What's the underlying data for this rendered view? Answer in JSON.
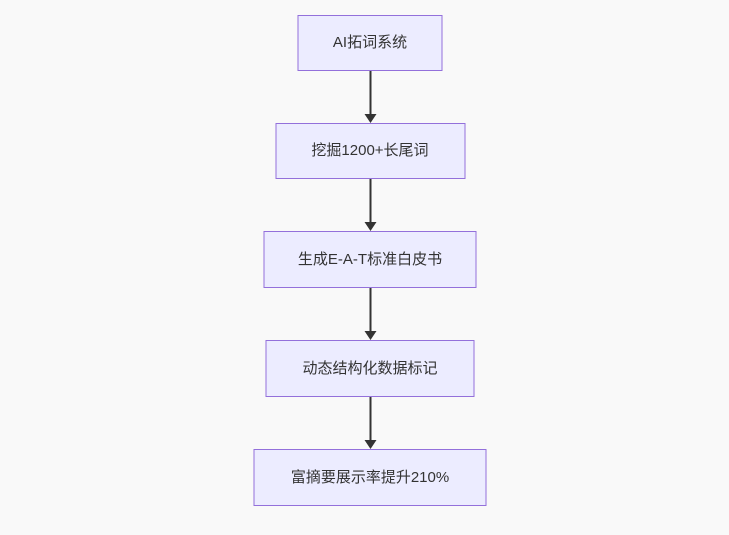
{
  "diagram": {
    "type": "flowchart",
    "direction": "top-down",
    "nodes": [
      {
        "id": "n1",
        "label": "AI拓词系统"
      },
      {
        "id": "n2",
        "label": "挖掘1200+长尾词"
      },
      {
        "id": "n3",
        "label": "生成E-A-T标准白皮书"
      },
      {
        "id": "n4",
        "label": "动态结构化数据标记"
      },
      {
        "id": "n5",
        "label": "富摘要展示率提升210%"
      }
    ],
    "edges": [
      {
        "from": "n1",
        "to": "n2",
        "arrow": "down"
      },
      {
        "from": "n2",
        "to": "n3",
        "arrow": "down"
      },
      {
        "from": "n3",
        "to": "n4",
        "arrow": "down"
      },
      {
        "from": "n4",
        "to": "n5",
        "arrow": "down"
      }
    ],
    "colors": {
      "background": "#f9f9f9",
      "node_fill": "#ECECFF",
      "node_border": "#9370DB",
      "arrow": "#333333",
      "text": "#333333"
    }
  }
}
